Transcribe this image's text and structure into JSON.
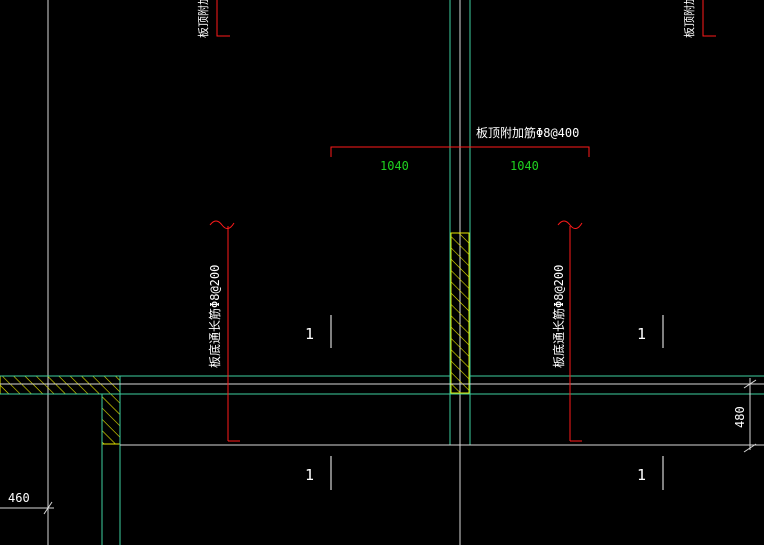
{
  "colors": {
    "background": "#000000",
    "wall": "#3ecf9f",
    "slab_line": "#d8d8d8",
    "rebar": "#ff1a1a",
    "dimension_text": "#1fd11f",
    "label_text": "#ffffff",
    "hatch": "#e8e800"
  },
  "labels": {
    "top_rebar_top_left": "板顶附加",
    "top_rebar_top_right": "板顶附加",
    "additional_rebar": "板顶附加筋Φ8@400",
    "through_rebar_left": "板底通长筋Φ8@200",
    "through_rebar_right": "板底通长筋Φ8@200"
  },
  "dimensions": {
    "left_span": "1040",
    "right_span": "1040",
    "slab_thickness": "480",
    "edge_offset": "460"
  },
  "section_marks": {
    "upper_left": "1",
    "upper_right": "1",
    "lower_left": "1",
    "lower_right": "1"
  }
}
